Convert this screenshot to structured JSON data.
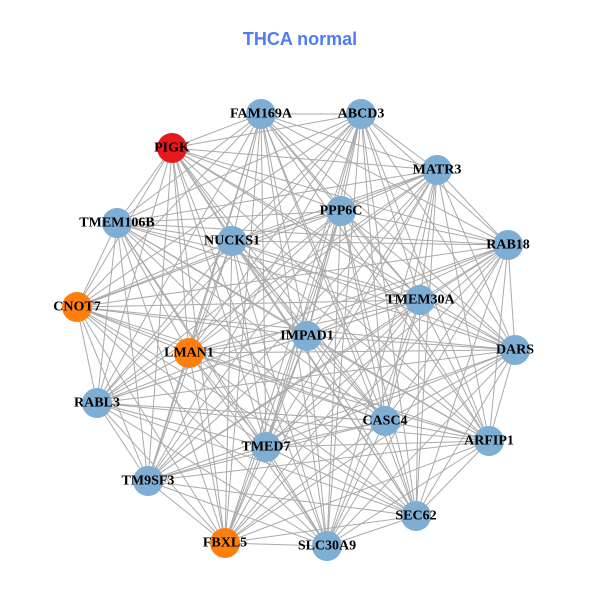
{
  "title": "THCA normal",
  "colors": {
    "blue": "#7eaed3",
    "orange": "#ff7f0e",
    "red": "#e41a1c",
    "edge": "#aaaaaa"
  },
  "nodes": [
    {
      "name": "FAM169A",
      "color": "blue"
    },
    {
      "name": "ABCD3",
      "color": "blue"
    },
    {
      "name": "PIGK",
      "color": "red"
    },
    {
      "name": "MATR3",
      "color": "blue"
    },
    {
      "name": "PPP6C",
      "color": "blue"
    },
    {
      "name": "TMEM106B",
      "color": "blue"
    },
    {
      "name": "NUCKS1",
      "color": "blue"
    },
    {
      "name": "RAB18",
      "color": "blue"
    },
    {
      "name": "CNOT7",
      "color": "orange"
    },
    {
      "name": "TMEM30A",
      "color": "blue"
    },
    {
      "name": "IMPAD1",
      "color": "blue"
    },
    {
      "name": "DARS",
      "color": "blue"
    },
    {
      "name": "LMAN1",
      "color": "orange"
    },
    {
      "name": "RABL3",
      "color": "blue"
    },
    {
      "name": "CASC4",
      "color": "blue"
    },
    {
      "name": "ARFIP1",
      "color": "blue"
    },
    {
      "name": "TMED7",
      "color": "blue"
    },
    {
      "name": "TM9SF3",
      "color": "blue"
    },
    {
      "name": "SEC62",
      "color": "blue"
    },
    {
      "name": "FBXL5",
      "color": "orange"
    },
    {
      "name": "SLC30A9",
      "color": "blue"
    }
  ],
  "edge_mode": "all-pairs"
}
